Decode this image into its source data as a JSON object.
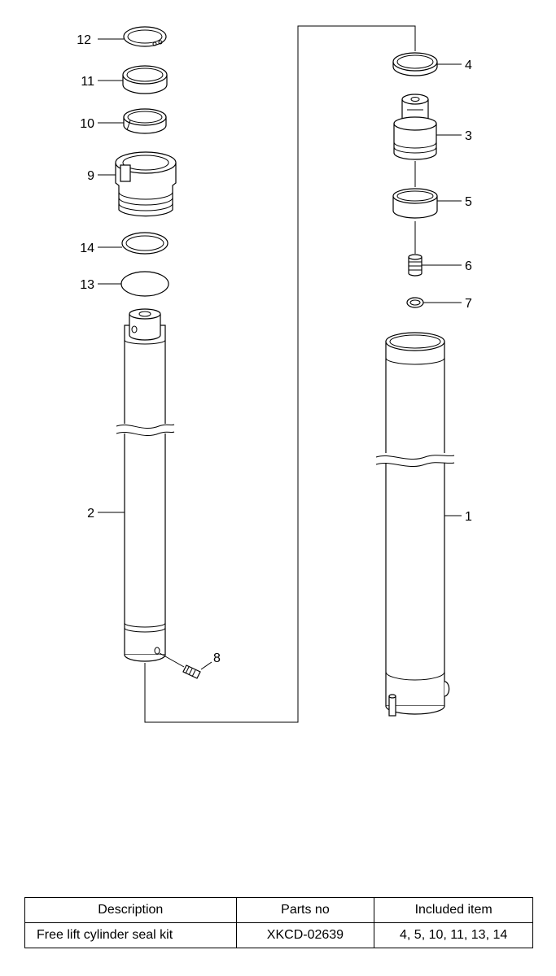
{
  "callouts": [
    "1",
    "2",
    "3",
    "4",
    "5",
    "6",
    "7",
    "8",
    "9",
    "10",
    "11",
    "12",
    "13",
    "14"
  ],
  "table": {
    "headers": [
      "Description",
      "Parts no",
      "Included item"
    ],
    "rows": [
      [
        "Free lift cylinder seal kit",
        "XKCD-02639",
        "4, 5, 10, 11, 13, 14"
      ]
    ]
  }
}
